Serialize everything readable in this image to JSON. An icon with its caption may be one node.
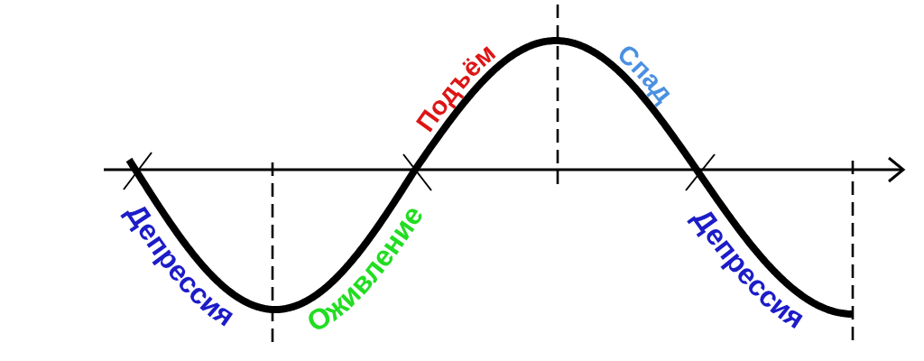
{
  "diagram": {
    "labels": [
      "Депрессия",
      "Оживление",
      "Подъём",
      "Спад",
      "Депрессия"
    ]
  }
}
